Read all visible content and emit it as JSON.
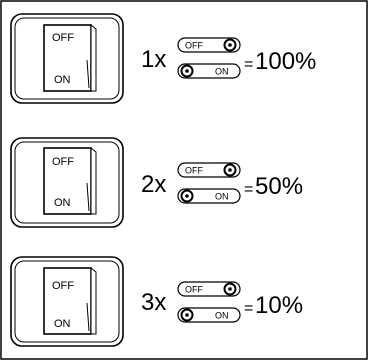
{
  "rows": [
    {
      "rocker": {
        "off_label": "OFF",
        "on_label": "ON"
      },
      "press_count": "1x",
      "slide": {
        "off_label": "OFF",
        "on_label": "ON"
      },
      "equals": "=",
      "result": "100%"
    },
    {
      "rocker": {
        "off_label": "OFF",
        "on_label": "ON"
      },
      "press_count": "2x",
      "slide": {
        "off_label": "OFF",
        "on_label": "ON"
      },
      "equals": "=",
      "result": "50%"
    },
    {
      "rocker": {
        "off_label": "OFF",
        "on_label": "ON"
      },
      "press_count": "3x",
      "slide": {
        "off_label": "OFF",
        "on_label": "ON"
      },
      "equals": "=",
      "result": "10%"
    }
  ]
}
